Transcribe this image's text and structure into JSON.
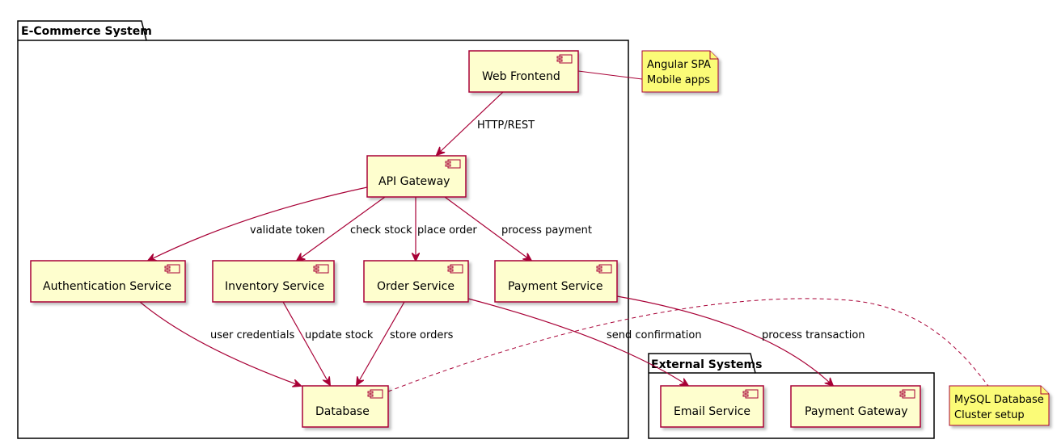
{
  "packages": {
    "ecommerce": {
      "title": "E-Commerce System"
    },
    "external": {
      "title": "External Systems"
    }
  },
  "components": {
    "web_frontend": "Web Frontend",
    "api_gateway": "API Gateway",
    "auth_service": "Authentication Service",
    "inventory_service": "Inventory Service",
    "order_service": "Order Service",
    "payment_service": "Payment Service",
    "database": "Database",
    "email_service": "Email Service",
    "payment_gateway": "Payment Gateway"
  },
  "edges": {
    "http_rest": "HTTP/REST",
    "validate_token": "validate token",
    "check_stock": "check stock",
    "place_order": "place order",
    "process_payment": "process payment",
    "user_credentials": "user credentials",
    "update_stock": "update stock",
    "store_orders": "store orders",
    "send_confirmation": "send confirmation",
    "process_transaction": "process transaction"
  },
  "notes": {
    "frontend_note": {
      "line1": "Angular SPA",
      "line2": "Mobile apps"
    },
    "db_note": {
      "line1": "MySQL Database",
      "line2": "Cluster setup"
    }
  },
  "colors": {
    "component_fill": "#FEFECE",
    "component_border": "#A80036",
    "note_fill": "#FBFB77",
    "note_border": "#A80036",
    "arrow": "#A80036",
    "package_border": "#000000"
  }
}
